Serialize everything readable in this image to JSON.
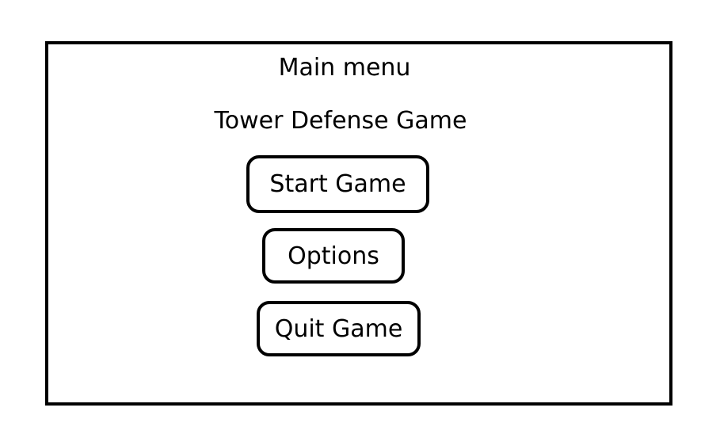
{
  "menu": {
    "title": "Main menu",
    "game_title": "Tower Defense Game",
    "buttons": {
      "start_label": "Start Game",
      "options_label": "Options",
      "quit_label": "Quit Game"
    }
  }
}
